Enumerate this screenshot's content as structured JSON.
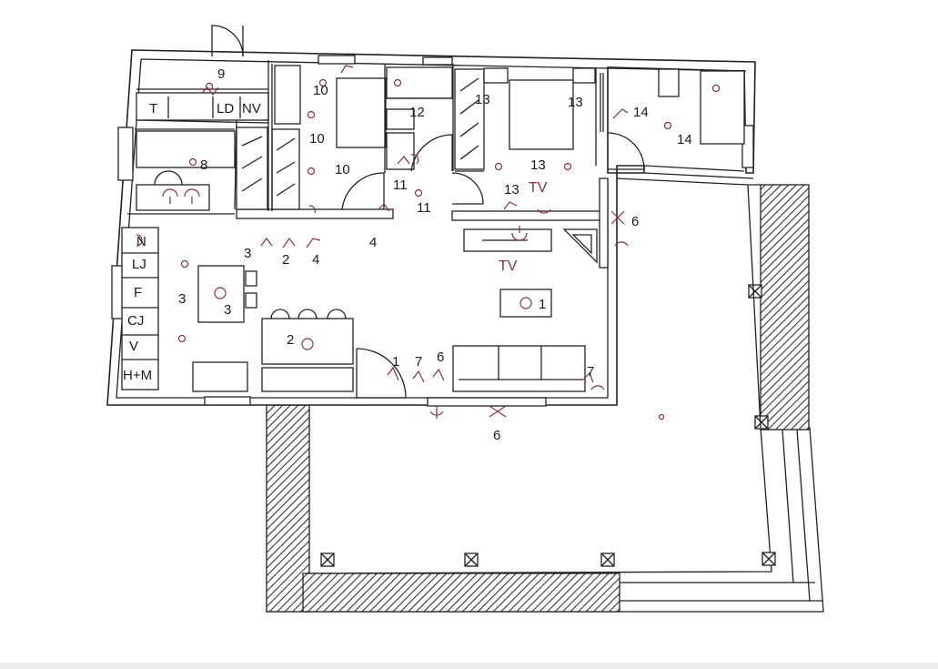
{
  "labels": {
    "l9": "9",
    "l10a": "10",
    "l10b": "10",
    "l10c": "10",
    "l12": "12",
    "l13a": "13",
    "l13b": "13",
    "l13c": "13",
    "l13d": "13",
    "l14a": "14",
    "l14b": "14",
    "l11a": "11",
    "l11b": "11",
    "l8": "8",
    "l6a": "6",
    "l6b": "6",
    "l6c": "6",
    "l4": "4",
    "l4b": "4",
    "l3a": "3",
    "l3b": "3",
    "l3c": "3",
    "l2a": "2",
    "l2b": "2",
    "l1a": "1",
    "l1b": "1",
    "l7a": "7",
    "l7b": "7",
    "tv1": "TV",
    "tv2": "TV"
  },
  "wall_boxes": {
    "t": "T",
    "ld": "LD",
    "nv": "NV",
    "n": "N",
    "lj": "LJ",
    "f": "F",
    "cj": "CJ",
    "v": "V",
    "hm": "H+M"
  }
}
